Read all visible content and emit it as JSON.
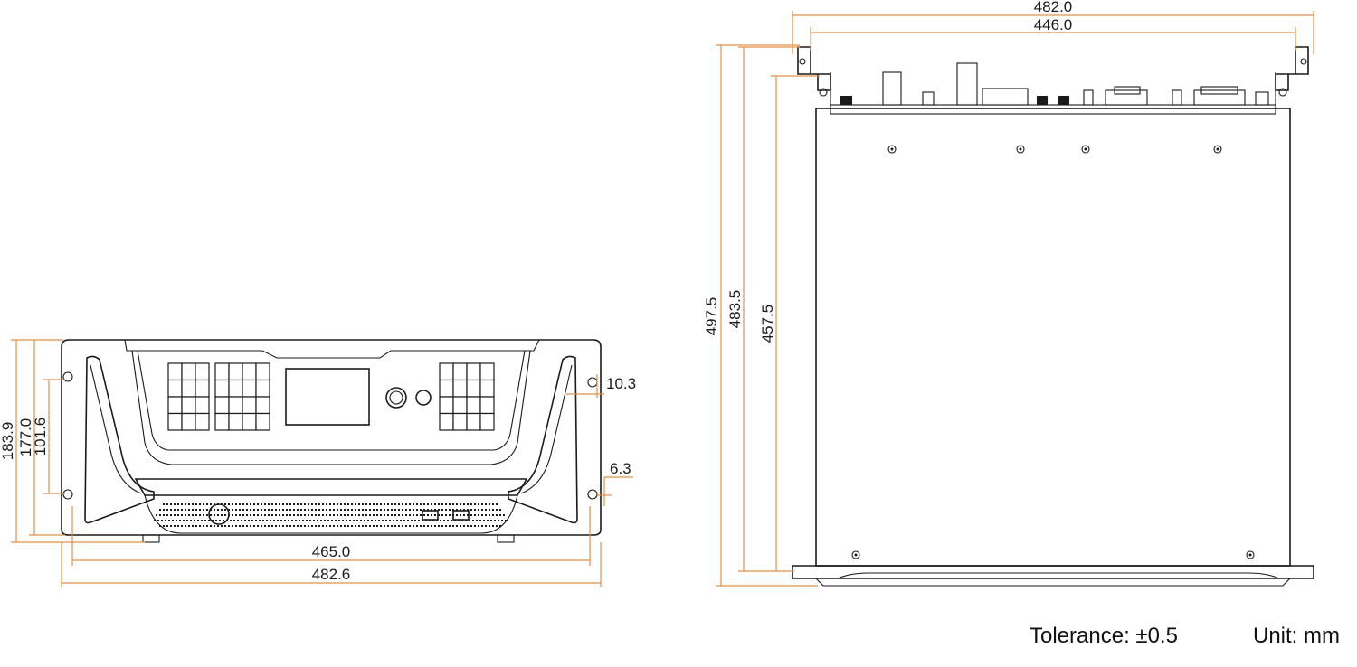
{
  "front_view": {
    "dims": {
      "width_inner": "465.0",
      "width_outer": "482.6",
      "height_total": "183.9",
      "height_body": "177.0",
      "height_holes": "101.6",
      "hole_offset_top": "10.3",
      "hole_offset_bottom": "6.3"
    }
  },
  "top_view": {
    "dims": {
      "width_outer": "482.0",
      "width_inner": "446.0",
      "depth_total": "497.5",
      "depth_body": "483.5",
      "depth_inner": "457.5"
    }
  },
  "footer": {
    "tolerance": "Tolerance: ±0.5",
    "unit": "Unit: mm"
  },
  "colors": {
    "dimension_line": "#e0914a",
    "drawing_line": "#1a1a1a"
  }
}
